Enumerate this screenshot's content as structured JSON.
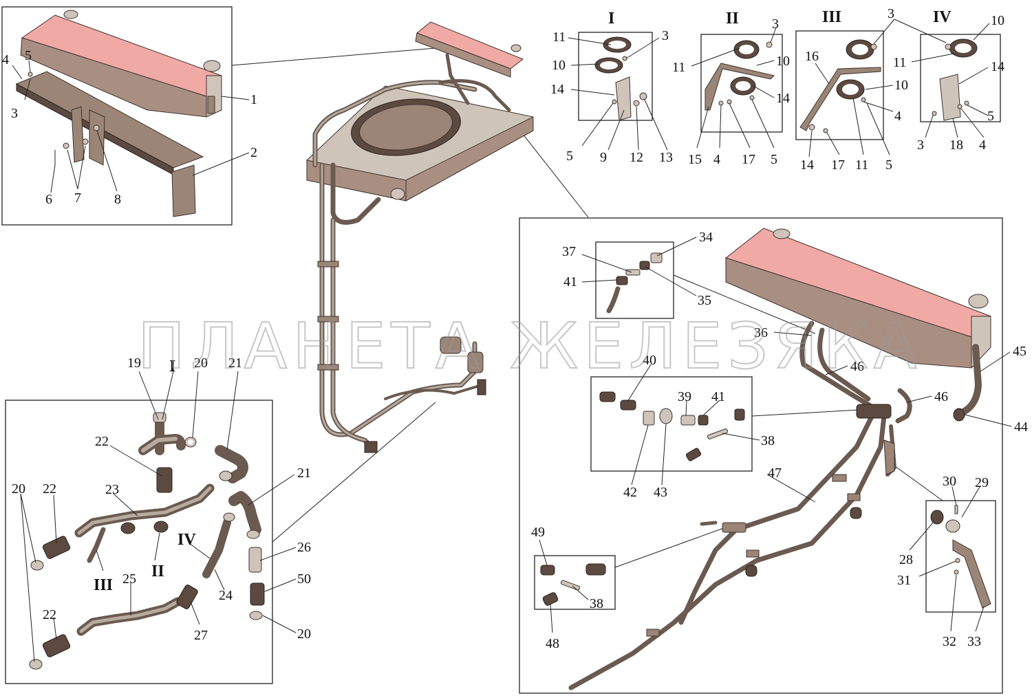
{
  "watermark": "ПЛАНЕТА ЖЕЛЕЗЯКА",
  "roman_labels": [
    "I",
    "II",
    "III",
    "IV"
  ],
  "callouts": {
    "top_left": [
      "1",
      "2",
      "3",
      "4",
      "5",
      "6",
      "7",
      "8"
    ],
    "detail_I": [
      "11",
      "3",
      "10",
      "14",
      "5",
      "9",
      "12",
      "13"
    ],
    "detail_II": [
      "3",
      "11",
      "10",
      "14",
      "15",
      "4",
      "17",
      "5"
    ],
    "detail_III": [
      "3",
      "16",
      "10",
      "4",
      "14",
      "17",
      "11",
      "5"
    ],
    "detail_IV": [
      "10",
      "11",
      "14",
      "5",
      "3",
      "18",
      "4"
    ],
    "bottom_left": [
      "19",
      "I",
      "20",
      "21",
      "22",
      "20",
      "22",
      "23",
      "III",
      "II",
      "IV",
      "21",
      "26",
      "24",
      "25",
      "27",
      "50",
      "22",
      "20"
    ],
    "right_panel": [
      "34",
      "37",
      "41",
      "35",
      "36",
      "45",
      "46",
      "40",
      "39",
      "41",
      "38",
      "46",
      "44",
      "42",
      "43",
      "47",
      "30",
      "29",
      "28",
      "31",
      "49",
      "38",
      "48",
      "32",
      "33"
    ]
  },
  "colors": {
    "tank_top": "#f1a9a6",
    "pipe": "#6a5a50",
    "part": "#9b8577",
    "frame": "#222222"
  }
}
